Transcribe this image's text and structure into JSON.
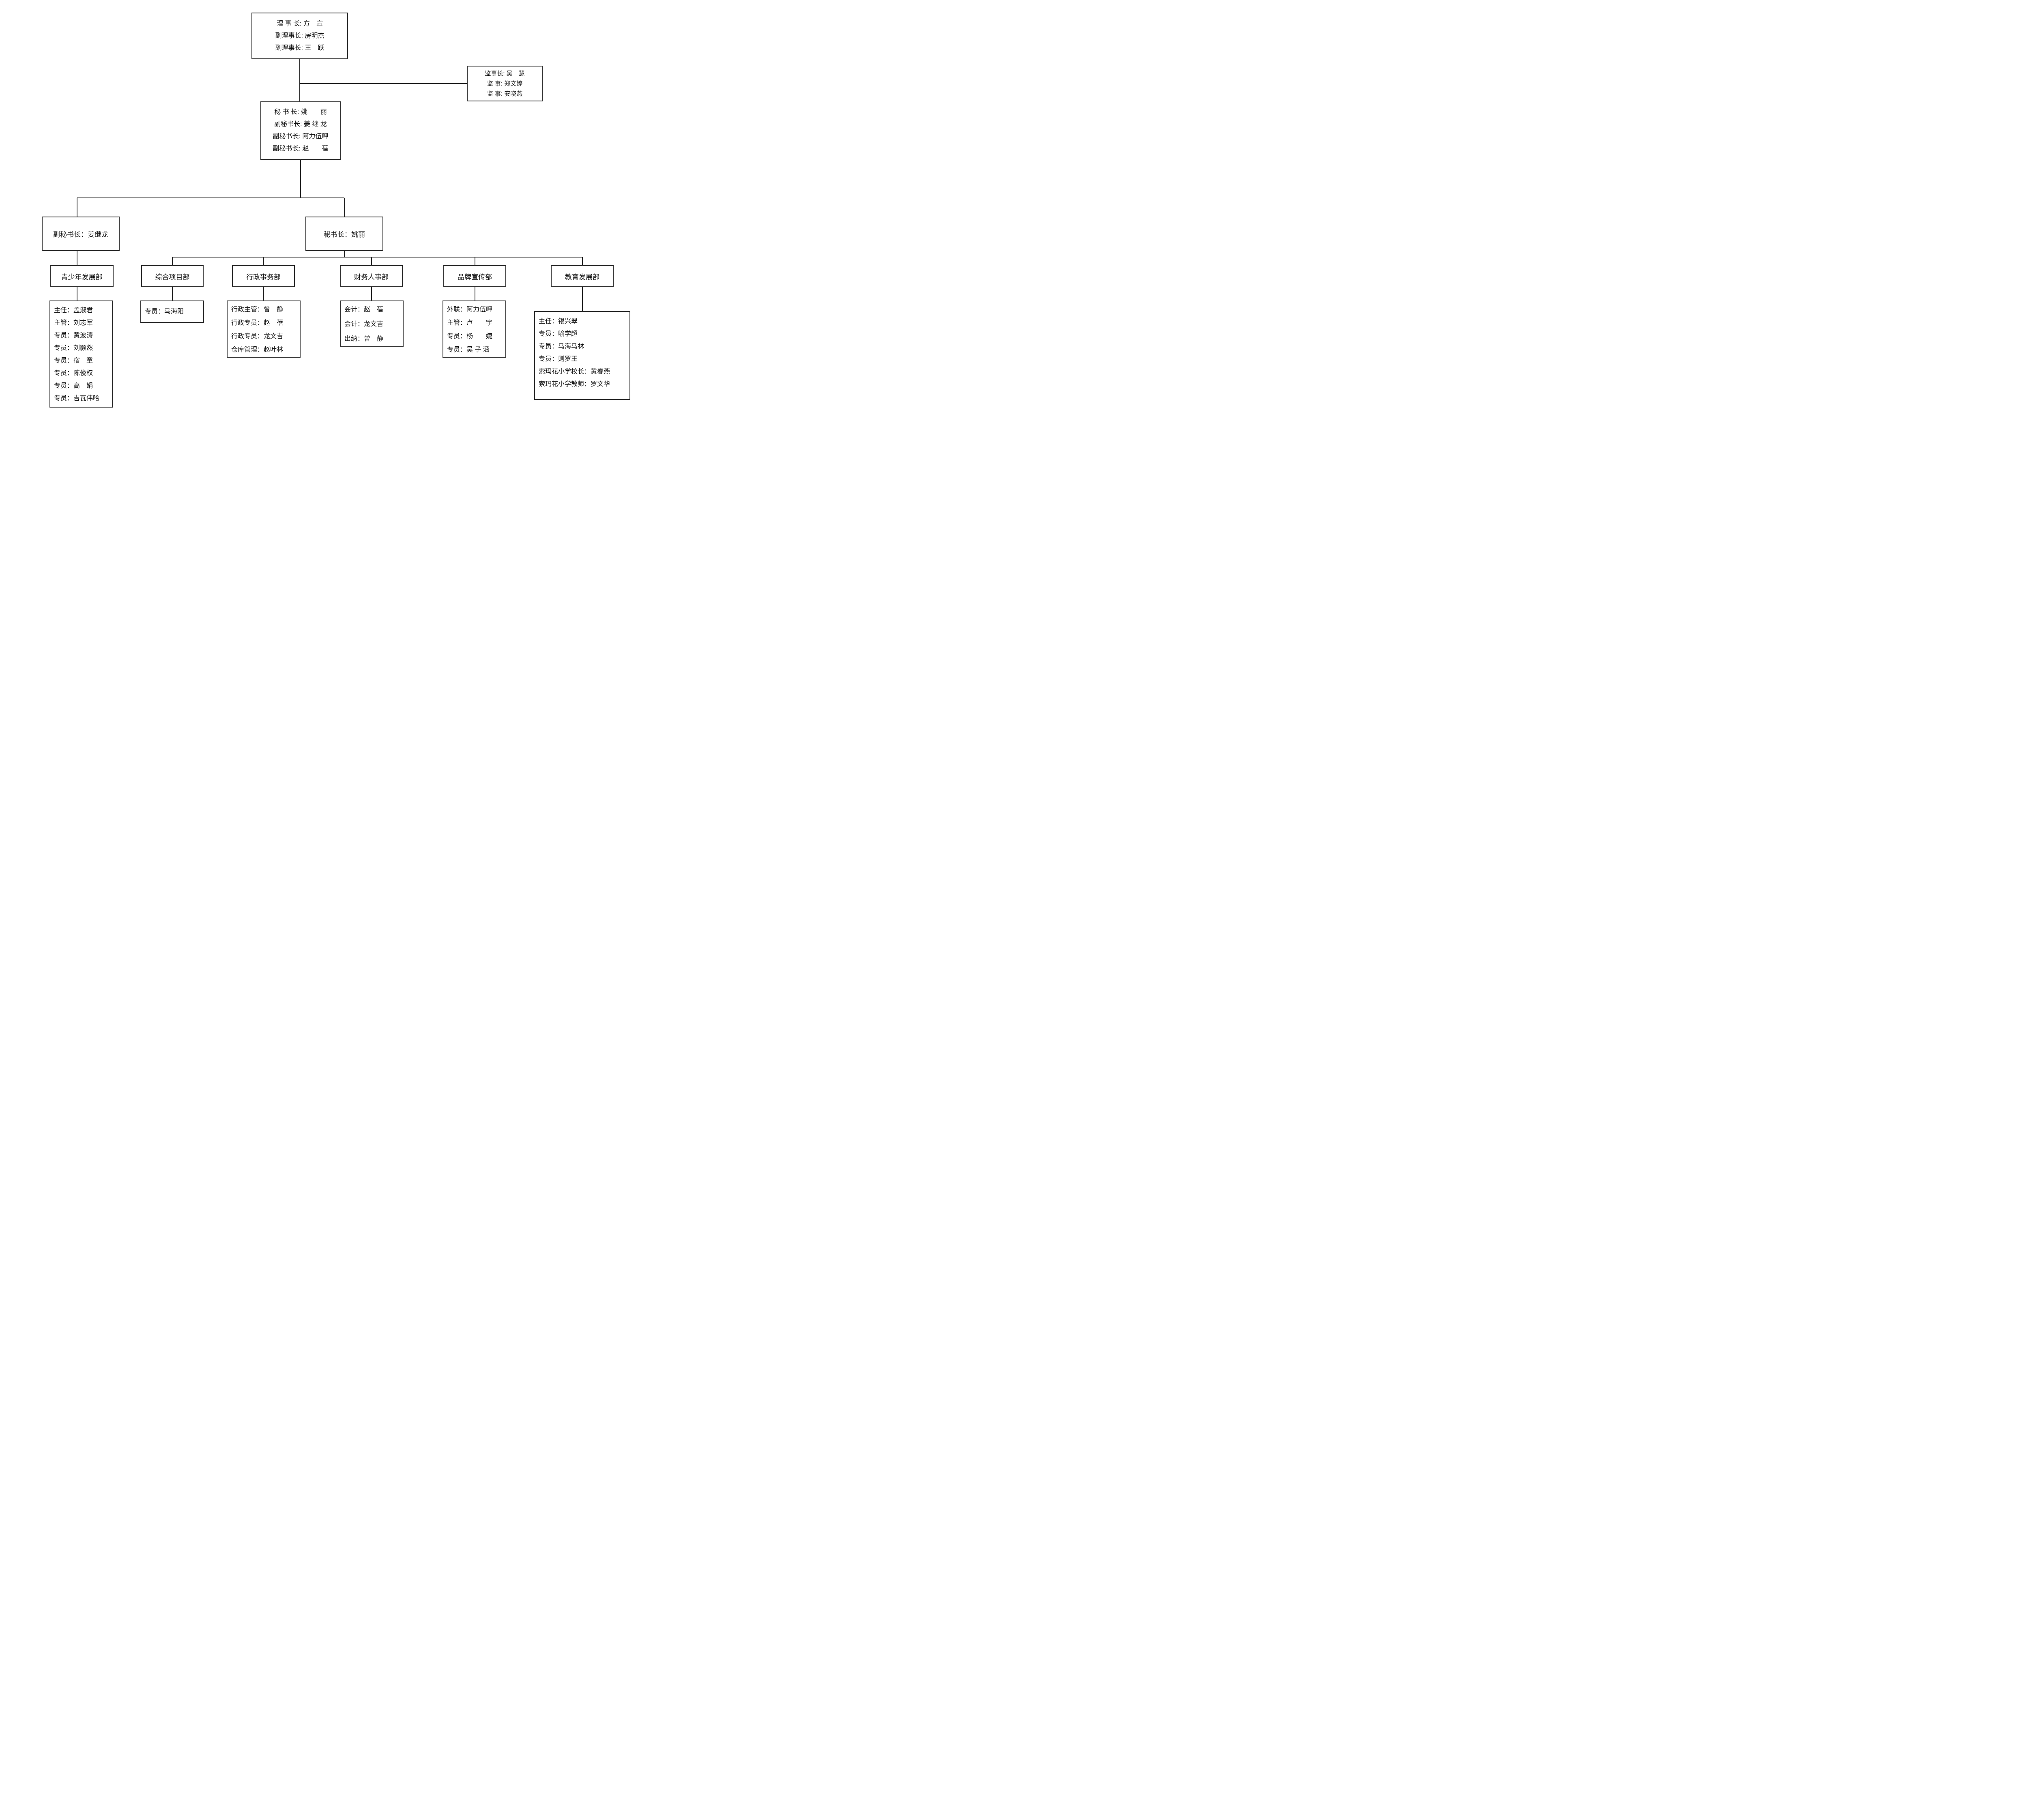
{
  "org": {
    "board": {
      "lines": [
        "理 事 长: 方　宣",
        "副理事长: 房明杰",
        "副理事长: 王　跃"
      ]
    },
    "supervisors": {
      "lines": [
        "监事长: 吴　慧",
        "监 事: 郑文婷",
        "监 事: 安晓燕"
      ]
    },
    "secretariat": {
      "lines": [
        "秘 书 长: 姚　　丽",
        "副秘书长: 姜 继 龙",
        "副秘书长: 阿力伍呷",
        "副秘书长: 赵　　蓓"
      ]
    },
    "deputy_branch": {
      "title": "副秘书长：姜继龙",
      "department": {
        "name": "青少年发展部",
        "members": [
          "主任：孟淑君",
          "主管：刘志军",
          "专员：黄波涛",
          "专员：刘颢然",
          "专员：宿　童",
          "专员：陈俊权",
          "专员：高　娟",
          "专员：吉瓦伟哈"
        ]
      }
    },
    "secretary_branch": {
      "title": "秘书长：姚丽",
      "departments": [
        {
          "name": "综合项目部",
          "members": [
            "专员：马海阳"
          ]
        },
        {
          "name": "行政事务部",
          "members": [
            "行政主管：曾　静",
            "行政专员：赵　蓓",
            "行政专员：龙文吉",
            "仓库管理：赵叶林"
          ]
        },
        {
          "name": "财务人事部",
          "members": [
            "会计：赵　蓓",
            "会计：龙文吉",
            "出纳：曾　静"
          ]
        },
        {
          "name": "品牌宣传部",
          "members": [
            "外联：阿力伍呷",
            "主管：卢　　宇",
            "专员：杨　　婕",
            "专员：吴 子 涵"
          ]
        },
        {
          "name": "教育发展部",
          "members": [
            "主任：银兴翠",
            "专员：喻学超",
            "专员：马海马林",
            "专员：则罗王",
            "索玛花小学校长：黄春燕",
            "索玛花小学教师：罗文华"
          ]
        }
      ]
    }
  }
}
